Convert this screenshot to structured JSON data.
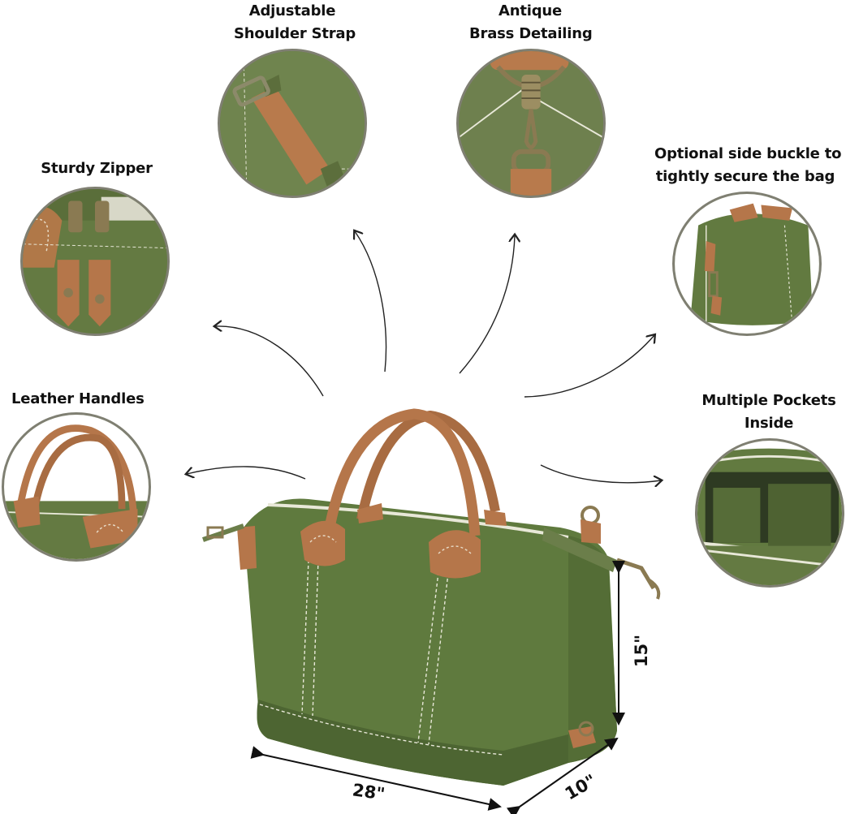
{
  "features": {
    "shoulder_strap": [
      "Adjustable",
      "Shoulder Strap"
    ],
    "brass": [
      "Antique",
      "Brass Detailing"
    ],
    "zipper": [
      "Sturdy Zipper"
    ],
    "side_buckle": [
      "Optional side buckle to",
      "tightly secure the bag"
    ],
    "handles": [
      "Leather Handles"
    ],
    "pockets": [
      "Multiple Pockets",
      "Inside"
    ]
  },
  "dimensions": {
    "length": "28\"",
    "depth": "10\"",
    "height": "15\""
  },
  "colors": {
    "canvas_green": "#5f7a3e",
    "canvas_dark": "#4d6532",
    "leather": "#b5764a",
    "brass": "#8a7a52",
    "circle_border": "#7f7f72"
  }
}
